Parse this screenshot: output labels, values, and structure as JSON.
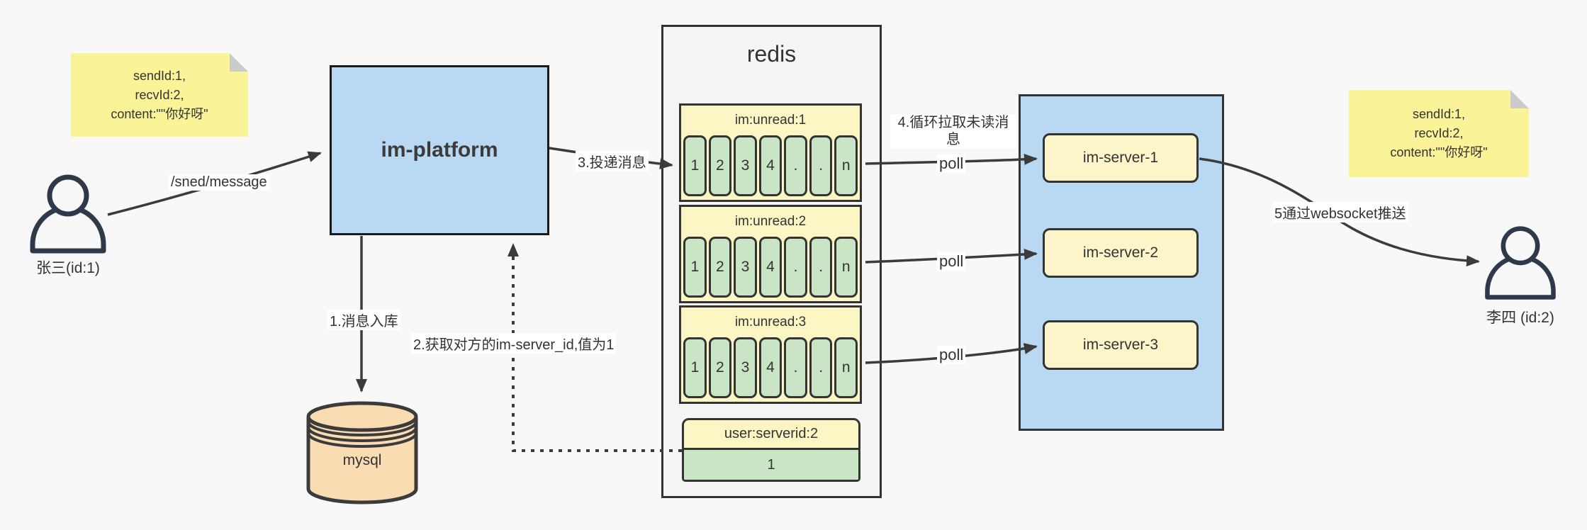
{
  "colors": {
    "background": "#f8f8f8",
    "sticky_yellow": "#fbf397",
    "box_blue": "#b9d9f2",
    "pale_yellow": "#fbf6c4",
    "cell_green": "#c9e5c5",
    "mysql_orange": "#fadcb3",
    "line_dark": "#3b3b3b"
  },
  "notes": {
    "left": {
      "lines": [
        "sendId:1,",
        "recvId:2,",
        "content:\"\"你好呀\""
      ]
    },
    "right": {
      "lines": [
        "sendId:1,",
        "recvId:2,",
        "content:\"\"你好呀\""
      ]
    }
  },
  "actors": {
    "sender": {
      "label": "张三(id:1)"
    },
    "receiver": {
      "label": "李四 (id:2)"
    }
  },
  "platform": {
    "label": "im-platform"
  },
  "database": {
    "label": "mysql"
  },
  "redis": {
    "title": "redis",
    "queues": [
      {
        "title": "im:unread:1",
        "cells": [
          "1",
          "2",
          "3",
          "4",
          ".",
          ".",
          "n"
        ]
      },
      {
        "title": "im:unread:2",
        "cells": [
          "1",
          "2",
          "3",
          "4",
          ".",
          ".",
          "n"
        ]
      },
      {
        "title": "im:unread:3",
        "cells": [
          "1",
          "2",
          "3",
          "4",
          ".",
          ".",
          "n"
        ]
      }
    ],
    "kv": {
      "title": "user:serverid:2",
      "value": "1"
    }
  },
  "servers": [
    {
      "label": "im-server-1"
    },
    {
      "label": "im-server-2"
    },
    {
      "label": "im-server-3"
    }
  ],
  "edge_labels": {
    "send_api": "/sned/message",
    "step1": "1.消息入库",
    "step2": "2.获取对方的im-server_id,值为1",
    "step3": "3.投递消息",
    "step4": "4.循环拉取未读消息",
    "step5": "5通过websocket推送",
    "poll": "poll"
  }
}
